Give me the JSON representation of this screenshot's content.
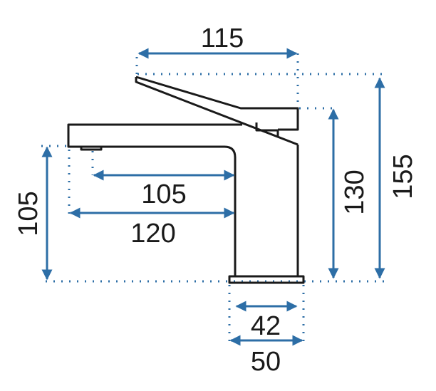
{
  "title": "Faucet dimension drawing",
  "accent_color": "#2d6ea6",
  "dimensions": {
    "handle_reach": "115",
    "total_height": "155",
    "body_height": "130",
    "spout_height": "105",
    "spout_inner_reach": "105",
    "spout_reach": "120",
    "body_width": "42",
    "base_width": "50"
  }
}
